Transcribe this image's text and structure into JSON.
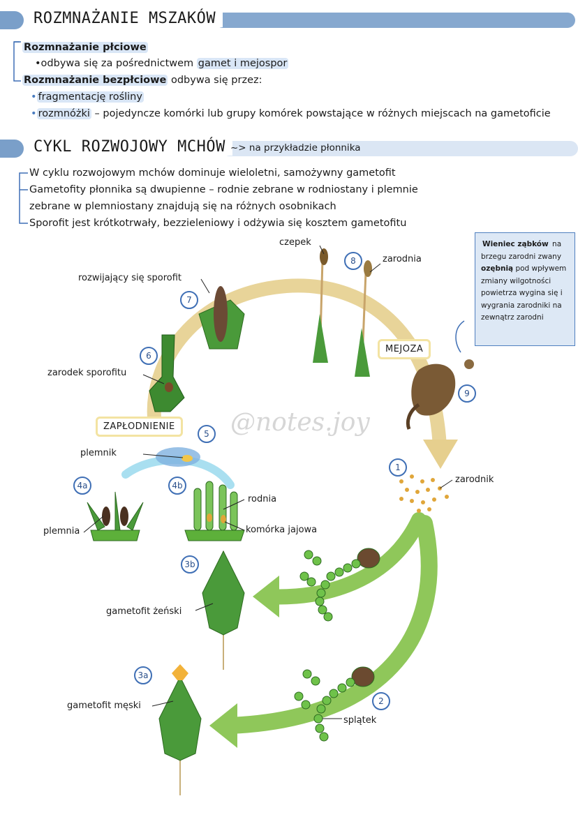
{
  "section1": {
    "title": "ROZMNAŻANIE MSZAKÓW",
    "items": [
      {
        "prefix": "",
        "bold": "Rozmnażanie płciowe",
        "suffix": ""
      },
      {
        "prefix": "•odbywa się za pośrednictwem ",
        "bold": "gamet i mejospor",
        "suffix": ""
      },
      {
        "prefix": "",
        "bold": "Rozmnażanie bezpłciowe",
        "suffix": " odbywa się przez:"
      },
      {
        "prefix": "•",
        "bold": "fragmentację rośliny",
        "suffix": ""
      },
      {
        "prefix": "•",
        "bold": "rozmnóżki",
        "suffix": " – pojedyncze komórki lub grupy komórek powstające w różnych miejscach na gametoficie"
      }
    ]
  },
  "section2": {
    "title": "CYKL ROZWOJOWY MCHÓW",
    "subtitle": "~> na przykładzie płonnika",
    "lines": [
      "W cyklu rozwojowym mchów dominuje wieloletni, samożywny gametofit",
      "Gametofity płonnika są dwupienne – rodnie zebrane w rodniostany i plemnie",
      "zebrane w plemniostany znajdują się na różnych osobnikach",
      "Sporofit jest krótkotrwały, bezzieleniowy i odżywia się kosztem gametofitu"
    ]
  },
  "infobox": {
    "bold": "Wieniec ząbków",
    "text1": " na brzegu zarodni zwany ",
    "bold2": "ozębnią",
    "text2": " pod wpływem zmiany wilgotności powietrza wygina się i wygrania zarodniki na zewnątrz zarodni"
  },
  "labels": {
    "czepek": "czepek",
    "zarodnia": "zarodnia",
    "rozwijajacy": "rozwijający się sporofit",
    "zarodek": "zarodek sporofitu",
    "zaplodnienie": "ZAPŁODNIENIE",
    "mejoza": "MEJOZA",
    "plemnik": "plemnik",
    "rodnia": "rodnia",
    "komorka": "komórka jajowa",
    "plemnia": "plemnia",
    "zarodnik": "zarodnik",
    "gam_zenski": "gametofit żeński",
    "gam_meski": "gametofit męski",
    "splatek": "splątek",
    "watermark": "@notes.joy"
  },
  "numbers": [
    "1",
    "2",
    "3a",
    "3b",
    "4a",
    "4b",
    "5",
    "6",
    "7",
    "8",
    "9"
  ],
  "colors": {
    "header": "#7a9fc9",
    "highlight": "#d9e6f6",
    "arrow_yellow": "#e6cf8e",
    "arrow_green": "#8fc75a",
    "moss": "#4a9a3a"
  }
}
